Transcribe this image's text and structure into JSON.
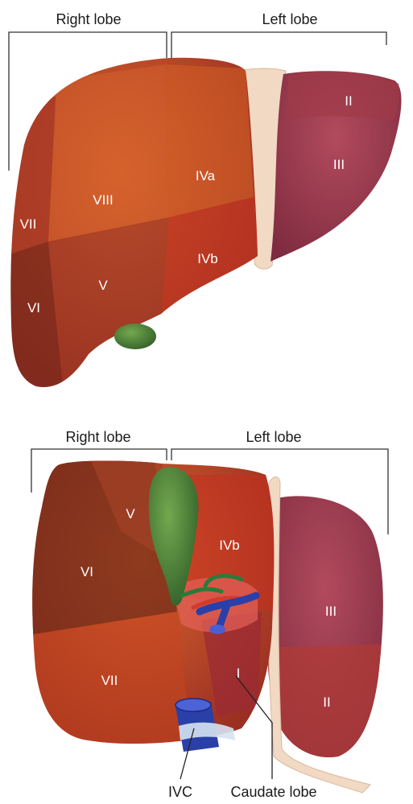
{
  "top_view": {
    "right_lobe": "Right lobe",
    "left_lobe": "Left lobe",
    "segments": {
      "ii": "II",
      "iii": "III",
      "iva": "IVa",
      "ivb": "IVb",
      "v": "V",
      "vi": "VI",
      "vii": "VII",
      "viii": "VIII"
    }
  },
  "bottom_view": {
    "right_lobe": "Right lobe",
    "left_lobe": "Left lobe",
    "segments": {
      "i": "I",
      "ii": "II",
      "iii": "III",
      "ivb": "IVb",
      "v": "V",
      "vi": "VI",
      "vii": "VII"
    },
    "callouts": {
      "ivc": "IVC",
      "caudate": "Caudate lobe"
    }
  },
  "colors": {
    "right_lobe": "#b8412a",
    "left_lobe": "#8e3148",
    "gallbladder": "#4f8a3a",
    "ivc": "#2b3fa8",
    "ligament": "#f1d9c4"
  }
}
